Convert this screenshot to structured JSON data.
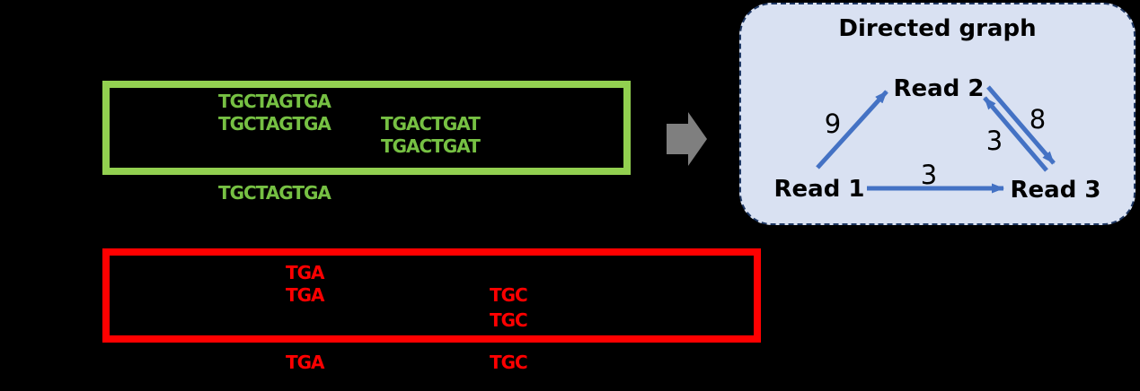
{
  "background_color": "#000000",
  "transform_arrow": {
    "color": "#7F7F7F",
    "direction": "right"
  },
  "green_panel": {
    "border_color": "#92D050",
    "text_color": "#76C043",
    "rows": [
      {
        "left": "TGCTAGTGA",
        "right": ""
      },
      {
        "left": "TGCTAGTGA",
        "right": "TGACTGAT"
      },
      {
        "left": "",
        "right": "TGACTGAT"
      }
    ],
    "below_left": "TGCTAGTGA",
    "below_right": ""
  },
  "red_panel": {
    "border_color": "#FF0000",
    "text_color": "#FF0000",
    "rows": [
      {
        "left": "TGA",
        "right": ""
      },
      {
        "left": "TGA",
        "right": "TGC"
      },
      {
        "left": "",
        "right": "TGC"
      }
    ],
    "below_left": "TGA",
    "below_right": "TGC"
  },
  "graph": {
    "title": "Directed graph",
    "panel_bg": "#D9E1F2",
    "panel_border_color": "#1F3864",
    "edge_color": "#4472C4",
    "nodes": [
      {
        "id": "read1",
        "label": "Read 1"
      },
      {
        "id": "read2",
        "label": "Read 2"
      },
      {
        "id": "read3",
        "label": "Read 3"
      }
    ],
    "edges": [
      {
        "from": "Read 1",
        "to": "Read 2",
        "weight": "9"
      },
      {
        "from": "Read 1",
        "to": "Read 3",
        "weight": "3"
      },
      {
        "from": "Read 3",
        "to": "Read 2",
        "weight": "3"
      },
      {
        "from": "Read 2",
        "to": "Read 3",
        "weight": "8"
      }
    ]
  }
}
